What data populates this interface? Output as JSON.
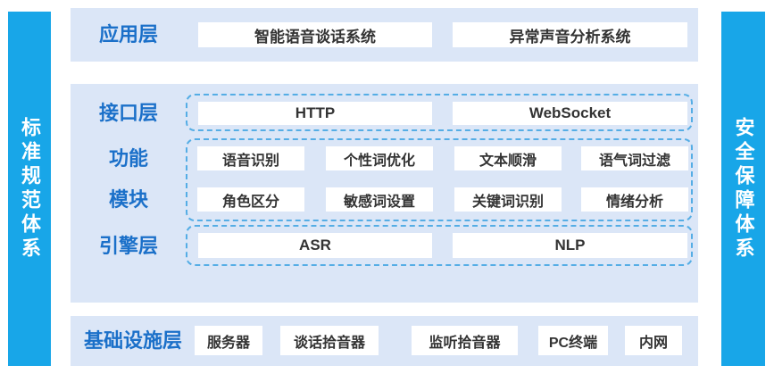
{
  "colors": {
    "pillar_bg": "#18A6E8",
    "band_bg": "#DBE6F7",
    "label_blue": "#1B70C9",
    "dashed_border": "#55ADE5",
    "box_bg": "#FFFFFF",
    "box_text": "#333333"
  },
  "pillars": {
    "left": "标准规范体系",
    "right": "安全保障体系"
  },
  "application_layer": {
    "label": "应用层",
    "systems": [
      "智能语音谈话系统",
      "异常声音分析系统"
    ]
  },
  "interface_layer": {
    "label": "接口层",
    "protocols": [
      "HTTP",
      "WebSocket"
    ]
  },
  "function_modules": {
    "label_line1": "功能",
    "label_line2": "模块",
    "row1": [
      "语音识别",
      "个性词优化",
      "文本顺滑",
      "语气词过滤"
    ],
    "row2": [
      "角色区分",
      "敏感词设置",
      "关键词识别",
      "情绪分析"
    ]
  },
  "engine_layer": {
    "label": "引擎层",
    "engines": [
      "ASR",
      "NLP"
    ]
  },
  "infrastructure_layer": {
    "label": "基础设施层",
    "items": [
      "服务器",
      "谈话拾音器",
      "监听拾音器",
      "PC终端",
      "内网"
    ]
  }
}
